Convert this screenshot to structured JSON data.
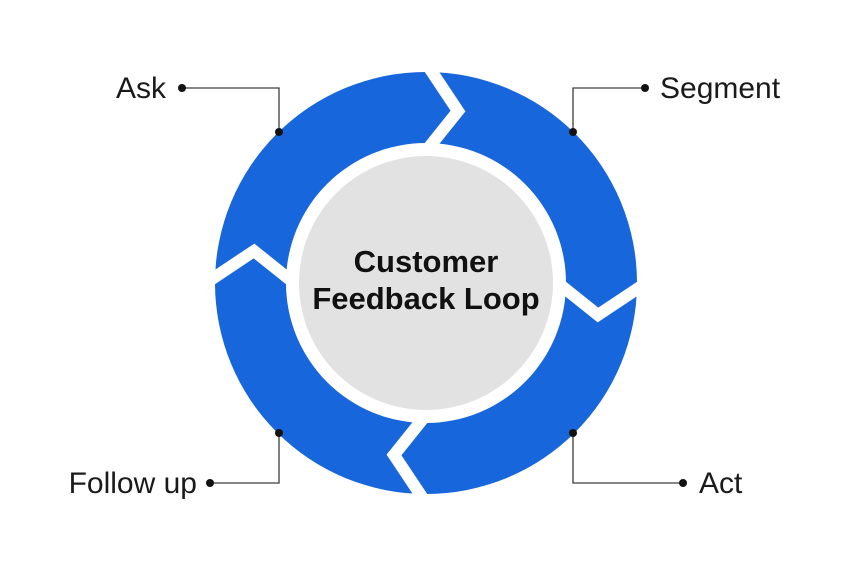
{
  "diagram": {
    "title": "Customer Feedback Loop",
    "center": {
      "line1": "Customer",
      "line2": "Feedback Loop"
    },
    "steps": [
      {
        "label": "Ask",
        "position": "top-left"
      },
      {
        "label": "Segment",
        "position": "top-right"
      },
      {
        "label": "Act",
        "position": "bottom-right"
      },
      {
        "label": "Follow up",
        "position": "bottom-left"
      }
    ],
    "flow_direction": "clockwise",
    "segment_count": 4,
    "colors": {
      "ring_blue": "#1866dc",
      "center_gray": "#e2e2e2",
      "label_text": "#1a1a1a",
      "leader_line": "#3d3d3d",
      "dot": "#121212",
      "background": "#ffffff"
    }
  }
}
